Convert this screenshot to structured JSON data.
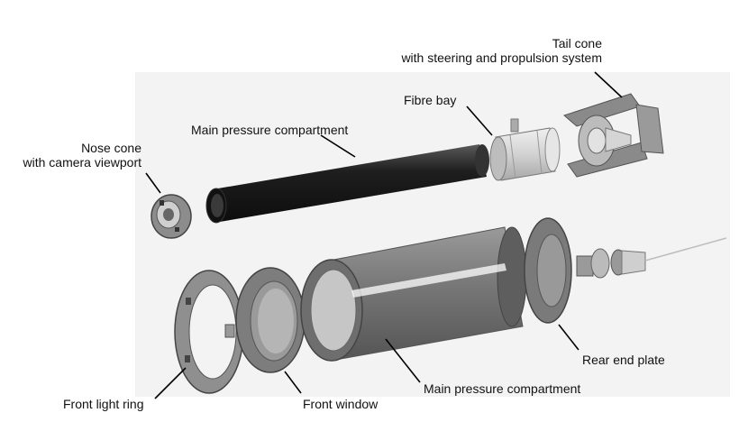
{
  "labels": {
    "tail_cone_line1": "Tail cone",
    "tail_cone_line2": "with steering and propulsion system",
    "fibre_bay": "Fibre bay",
    "main_pressure_top": "Main pressure compartment",
    "nose_cone_line1": "Nose cone",
    "nose_cone_line2": "with camera viewport",
    "rear_end_plate": "Rear end plate",
    "main_pressure_bottom": "Main pressure compartment",
    "front_light_ring": "Front light ring",
    "front_window": "Front window"
  },
  "colors": {
    "dark_tube": "#2a2a2a",
    "metal_gray": "#8a8a8a",
    "light_metal": "#d8d8d8",
    "tube_gray": "#6f6f6f",
    "panel_bg": "#f2f2f2",
    "leader": "#000000"
  }
}
